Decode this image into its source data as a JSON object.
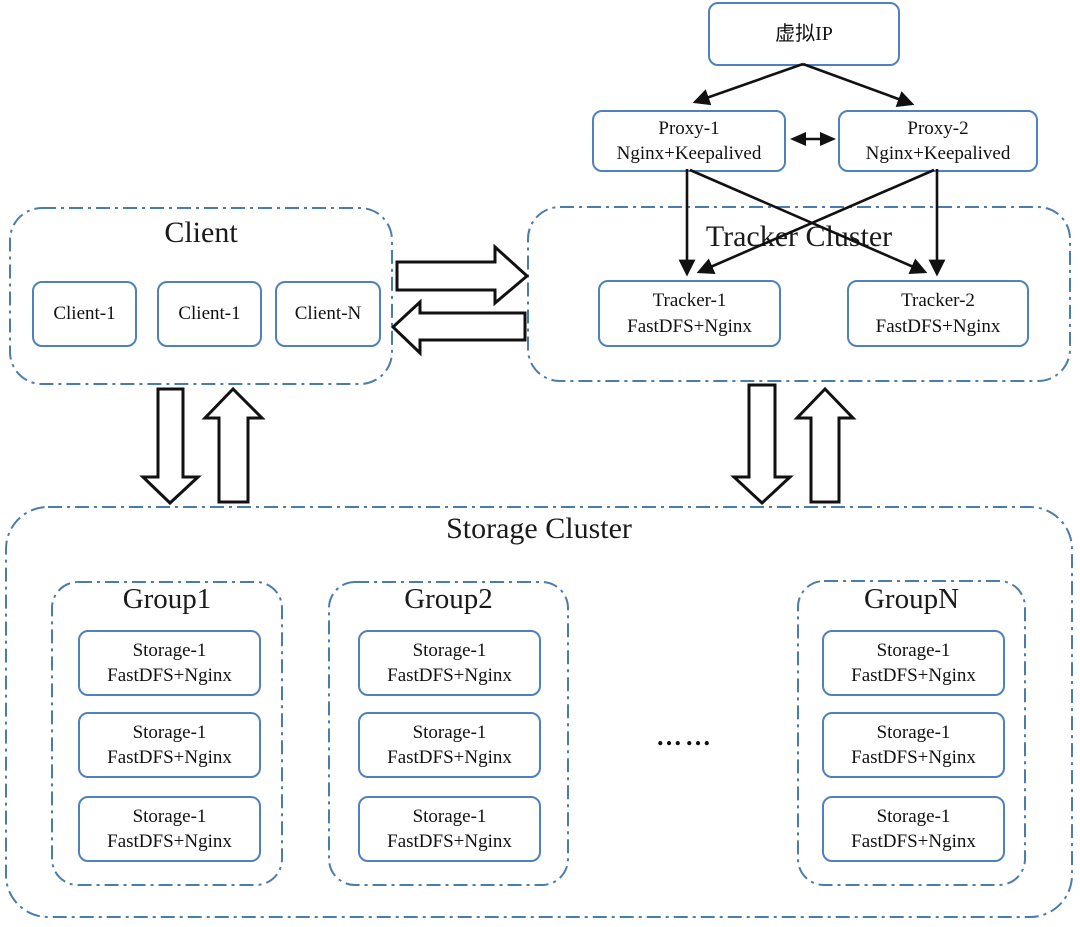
{
  "colors": {
    "node_border": "#4f81bd",
    "cluster_border": "#4a7dab",
    "arrow": "#111111",
    "background": "#ffffff"
  },
  "virtual_ip": {
    "label": "虚拟IP"
  },
  "proxies": {
    "nodes": [
      {
        "name": "Proxy-1",
        "stack": "Nginx+Keepalived"
      },
      {
        "name": "Proxy-2",
        "stack": "Nginx+Keepalived"
      }
    ]
  },
  "client_cluster": {
    "title": "Client",
    "nodes": [
      {
        "name": "Client-1"
      },
      {
        "name": "Client-1"
      },
      {
        "name": "Client-N"
      }
    ]
  },
  "tracker_cluster": {
    "title": "Tracker Cluster",
    "nodes": [
      {
        "name": "Tracker-1",
        "stack": "FastDFS+Nginx"
      },
      {
        "name": "Tracker-2",
        "stack": "FastDFS+Nginx"
      }
    ]
  },
  "storage_cluster": {
    "title": "Storage Cluster",
    "ellipsis": "……",
    "groups": [
      {
        "title": "Group1",
        "nodes": [
          {
            "name": "Storage-1",
            "stack": "FastDFS+Nginx"
          },
          {
            "name": "Storage-1",
            "stack": "FastDFS+Nginx"
          },
          {
            "name": "Storage-1",
            "stack": "FastDFS+Nginx"
          }
        ]
      },
      {
        "title": "Group2",
        "nodes": [
          {
            "name": "Storage-1",
            "stack": "FastDFS+Nginx"
          },
          {
            "name": "Storage-1",
            "stack": "FastDFS+Nginx"
          },
          {
            "name": "Storage-1",
            "stack": "FastDFS+Nginx"
          }
        ]
      },
      {
        "title": "GroupN",
        "nodes": [
          {
            "name": "Storage-1",
            "stack": "FastDFS+Nginx"
          },
          {
            "name": "Storage-1",
            "stack": "FastDFS+Nginx"
          },
          {
            "name": "Storage-1",
            "stack": "FastDFS+Nginx"
          }
        ]
      }
    ]
  }
}
